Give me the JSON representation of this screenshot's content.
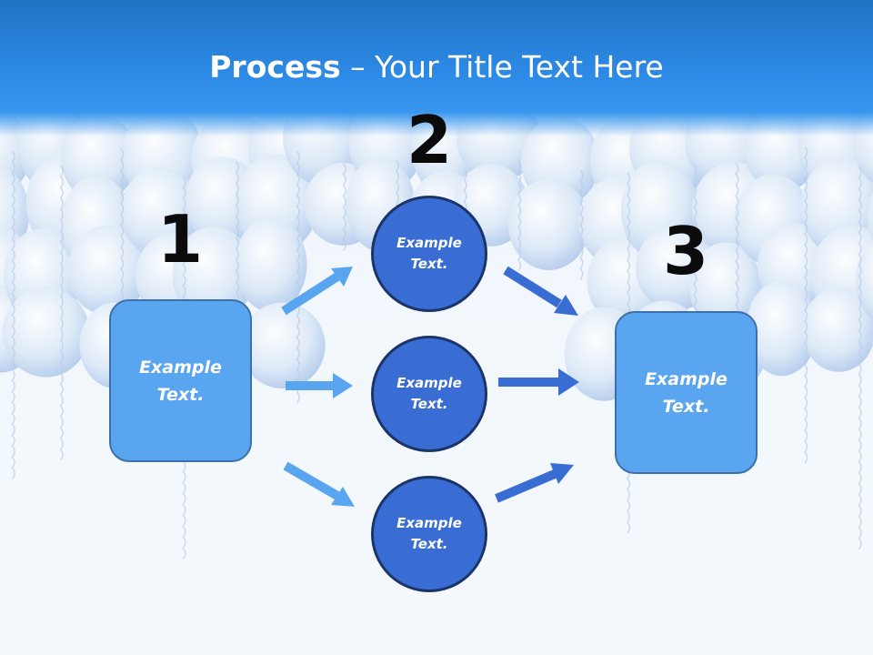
{
  "title": {
    "bold": "Process",
    "rest": " – Your Title Text Here"
  },
  "steps": {
    "one": {
      "number": "1",
      "text": "Example Text."
    },
    "two": {
      "number": "2"
    },
    "three": {
      "number": "3",
      "text": "Example Text."
    }
  },
  "circles": [
    {
      "text": "Example Text."
    },
    {
      "text": "Example Text."
    },
    {
      "text": "Example Text."
    }
  ],
  "colors": {
    "title_bar": "#2d8ae6",
    "box_fill": "#5aa5f0",
    "circle_fill": "#3a6dd4",
    "arrow_light": "#5aa5f0",
    "arrow_dark": "#3a6dd4"
  }
}
